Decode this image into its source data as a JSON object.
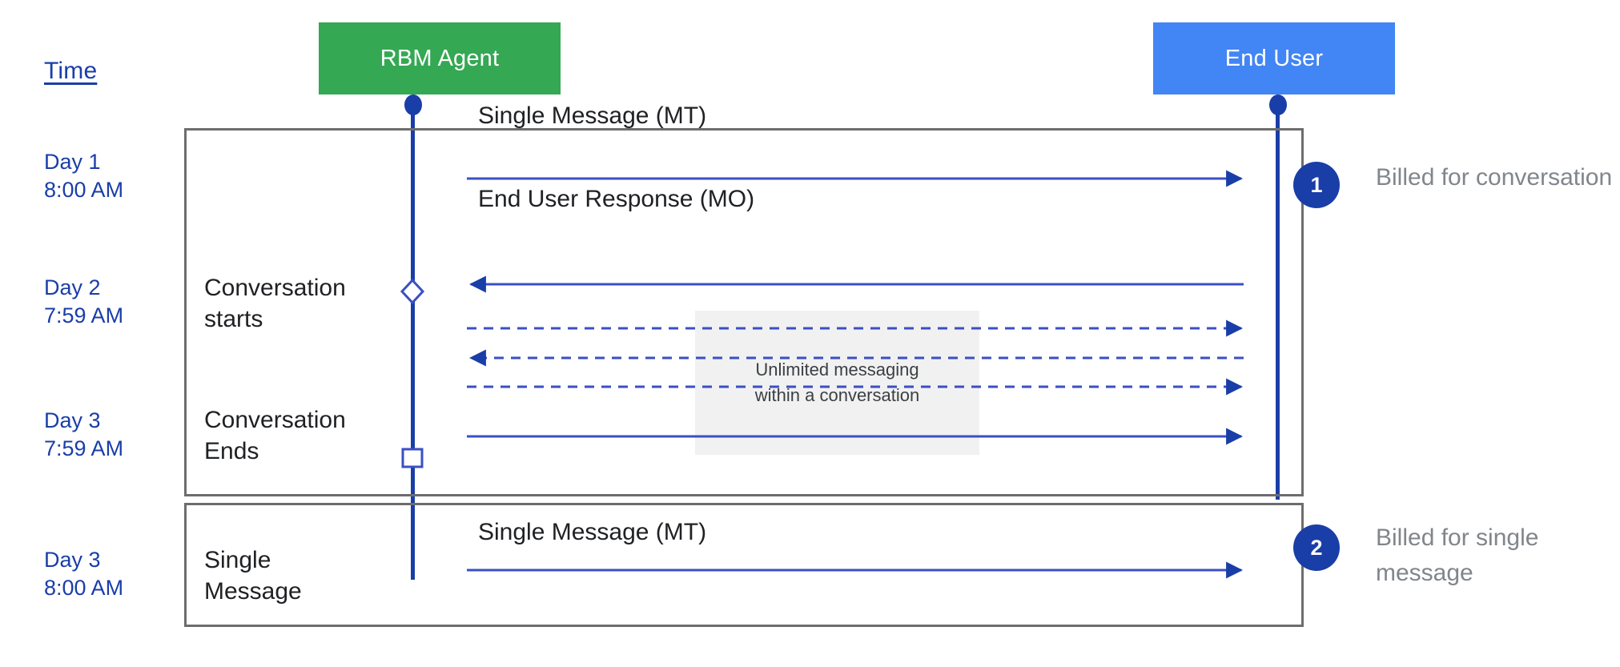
{
  "legend": {
    "time_label": "Time"
  },
  "actors": [
    {
      "id": "rbm-agent",
      "label": "RBM Agent",
      "color": "#34a853"
    },
    {
      "id": "end-user",
      "label": "End User",
      "color": "#4285f4"
    }
  ],
  "timeline": [
    {
      "day": "Day 1",
      "time": "8:00 AM"
    },
    {
      "day": "Day 2",
      "time": "7:59 AM"
    },
    {
      "day": "Day 3",
      "time": "7:59 AM"
    },
    {
      "day": "Day 3",
      "time": "8:00 AM"
    }
  ],
  "frames": [
    {
      "id": "conversation",
      "notes": [
        "Conversation starts",
        "Conversation Ends"
      ]
    },
    {
      "id": "single",
      "notes": [
        "Single Message"
      ]
    }
  ],
  "notes": {
    "conversation_starts": "Conversation starts",
    "conversation_ends": "Conversation Ends",
    "single_message": "Single Message"
  },
  "messages": [
    {
      "id": "mt-1",
      "label": "Single Message (MT)",
      "direction": "agent-to-user",
      "style": "solid"
    },
    {
      "id": "mo-1",
      "label": "End User Response (MO)",
      "direction": "user-to-agent",
      "style": "solid"
    },
    {
      "id": "dashed-1",
      "label": "",
      "direction": "agent-to-user",
      "style": "dashed"
    },
    {
      "id": "dashed-2",
      "label": "",
      "direction": "user-to-agent",
      "style": "dashed"
    },
    {
      "id": "dashed-3",
      "label": "",
      "direction": "agent-to-user",
      "style": "dashed"
    },
    {
      "id": "solid-last",
      "label": "",
      "direction": "agent-to-user",
      "style": "solid"
    },
    {
      "id": "mt-2",
      "label": "Single Message (MT)",
      "direction": "agent-to-user",
      "style": "solid"
    }
  ],
  "unlimited": {
    "line1": "Unlimited messaging",
    "line2": "within a conversation"
  },
  "steps": [
    {
      "number": "1",
      "text": "Billed for conversation"
    },
    {
      "number": "2",
      "text": "Billed for single message"
    }
  ],
  "colors": {
    "agent_green": "#34a853",
    "user_blue": "#4285f4",
    "line_blue": "#1a3ea8",
    "frame_gray": "#6d6d6d",
    "note_gray": "#80868b",
    "shade_gray": "#f1f1f1"
  }
}
